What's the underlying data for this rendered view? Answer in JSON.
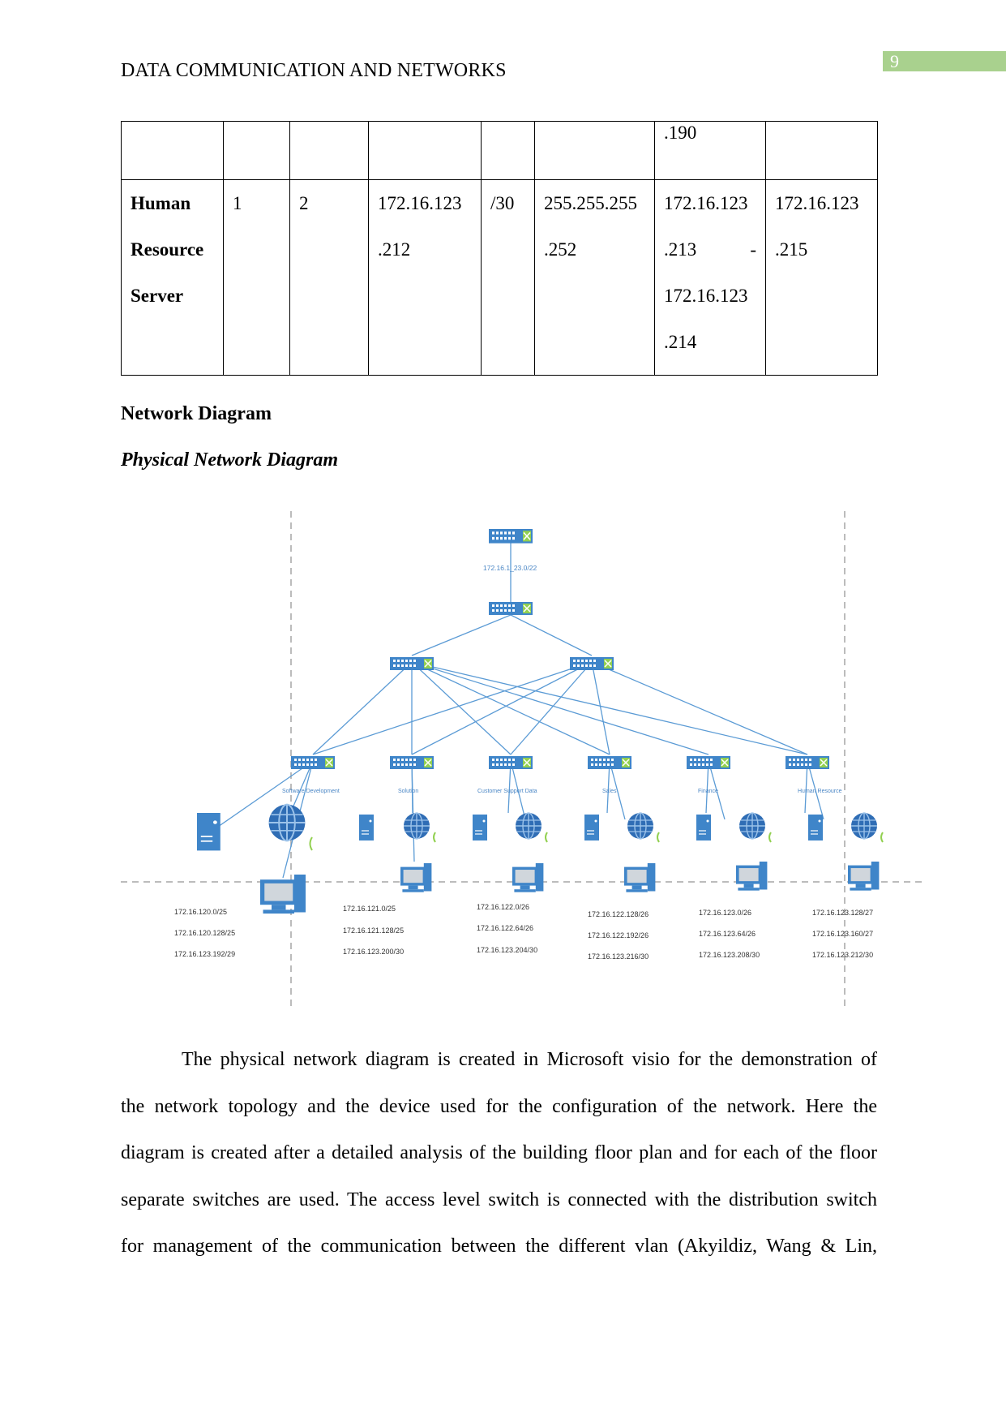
{
  "page_number": "9",
  "running_head": "DATA COMMUNICATION AND NETWORKS",
  "table": {
    "row_top": {
      "first_usable": ".190"
    },
    "row_hr": {
      "department": [
        "Human",
        "Resource",
        "Server"
      ],
      "col2": "1",
      "col3": "2",
      "network": [
        "172.16.123",
        ".212"
      ],
      "prefix": "/30",
      "mask": [
        "255.255.255",
        ".252"
      ],
      "range": [
        "172.16.123",
        ".213",
        "-",
        "172.16.123",
        ".214"
      ],
      "broadcast": [
        "172.16.123",
        ".215"
      ]
    }
  },
  "section_heading": "Network Diagram",
  "sub_heading": "Physical Network Diagram",
  "diagram": {
    "router_network": "172.16.1_23.0/22",
    "departments": [
      {
        "label": "Software Development",
        "subnets": [
          "172.16.120.0/25",
          "172.16.120.128/25",
          "172.16.123.192/29"
        ]
      },
      {
        "label": "Solution",
        "subnets": [
          "172.16.121.0/25",
          "172.16.121.128/25",
          "172.16.123.200/30"
        ]
      },
      {
        "label": "Customer Support Data",
        "subnets": [
          "172.16.122.0/26",
          "172.16.122.64/26",
          "172.16.123.204/30"
        ]
      },
      {
        "label": "Sales",
        "subnets": [
          "172.16.122.128/26",
          "172.16.122.192/26",
          "172.16.123.216/30"
        ]
      },
      {
        "label": "Finance",
        "subnets": [
          "172.16.123.0/26",
          "172.16.123.64/26",
          "172.16.123.208/30"
        ]
      },
      {
        "label": "Human Resource",
        "subnets": [
          "172.16.123.128/27",
          "172.16.123.160/27",
          "172.16.123.212/30"
        ]
      }
    ],
    "colors": {
      "device": "#3f85c9",
      "line": "#5b9bd5",
      "dashed": "#a6a6a6",
      "label": "#4a86c5"
    }
  },
  "paragraph": [
    "The physical network diagram is created in Microsoft visio for the demonstration of",
    "the network topology and the device used for the configuration of the network. Here the",
    "diagram is created after a detailed analysis of the building floor plan and for each of the floor",
    "separate switches are used. The access level switch is connected with the distribution switch",
    "for management of the communication between the different vlan (Akyildiz, Wang & Lin,"
  ]
}
